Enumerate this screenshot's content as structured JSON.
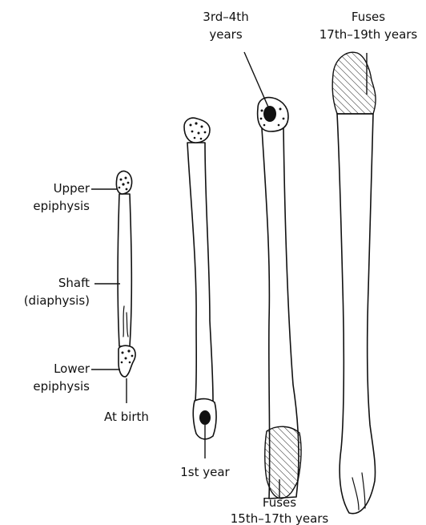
{
  "labels": {
    "upper_epiphysis_1": "Upper",
    "upper_epiphysis_2": "epiphysis",
    "shaft_1": "Shaft",
    "shaft_2": "(diaphysis)",
    "lower_epiphysis_1": "Lower",
    "lower_epiphysis_2": "epiphysis",
    "at_birth": "At birth",
    "first_year": "1st year",
    "third_fourth_1": "3rd–4th",
    "third_fourth_2": "years",
    "fuses_upper_1": "Fuses",
    "fuses_upper_2": "17th–19th years",
    "fuses_lower_1": "Fuses",
    "fuses_lower_2": "15th–17th years"
  }
}
